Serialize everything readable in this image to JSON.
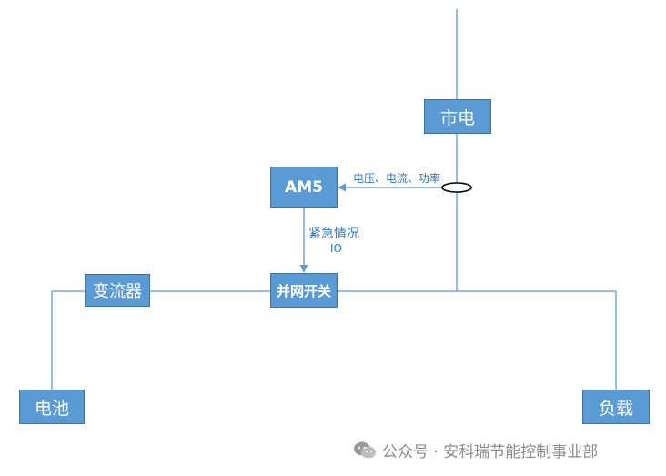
{
  "nodes": {
    "grid": "市电",
    "am5": "AM5",
    "converter": "变流器",
    "switch": "并网开关",
    "battery": "电池",
    "load": "负载"
  },
  "labels": {
    "measurement": "电压、电流、功率",
    "emergency": "紧急情况",
    "io": "IO"
  },
  "watermark": {
    "text": "公众号 · 安科瑞节能控制事业部",
    "icon": "wechat-icon"
  },
  "colors": {
    "box_fill": "#5b9bd5",
    "box_border": "#41719c",
    "line": "#5b9bd5",
    "label_text": "#2e75b6",
    "watermark": "#8c8c8c"
  }
}
